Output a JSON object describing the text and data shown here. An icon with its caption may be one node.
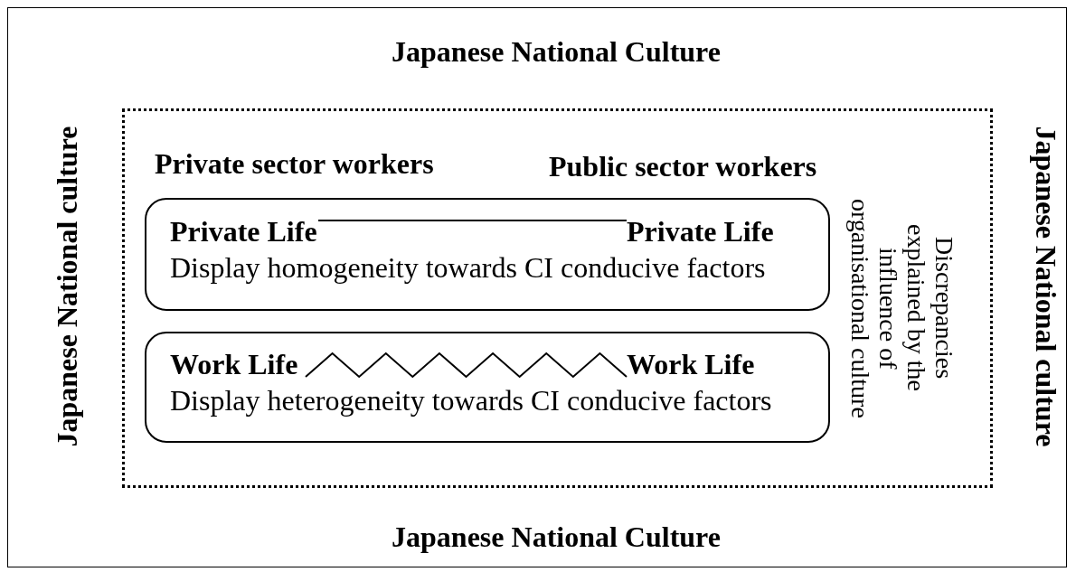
{
  "diagram": {
    "nodes": [
      {
        "text": [
          "Japanese National Culture",
          "Japanese National culture",
          "Japanese National culture",
          "Japanese National Culture"
        ]
      },
      {
        "text": [
          "Private sector workers",
          "Public sector workers",
          "Discrepancies explained by the influence of organisational culture"
        ],
        "in": 0
      },
      {
        "text": [
          "Display homogeneity towards CI conducive factors"
        ],
        "in": 1
      },
      {
        "text": [
          "Private Life"
        ],
        "in": 2
      },
      {
        "text": [
          "Private Life"
        ],
        "in": 2
      },
      {
        "text": [
          "Display heterogeneity towards CI conducive factors"
        ],
        "in": 1
      },
      {
        "text": [
          "Work Life"
        ],
        "in": 5
      },
      {
        "text": [
          "Work Life"
        ],
        "in": 5
      }
    ],
    "edges": [
      {
        "from": 3,
        "to": 4,
        "arrow": "none"
      },
      {
        "from": 6,
        "to": 7,
        "arrow": "none"
      }
    ]
  }
}
